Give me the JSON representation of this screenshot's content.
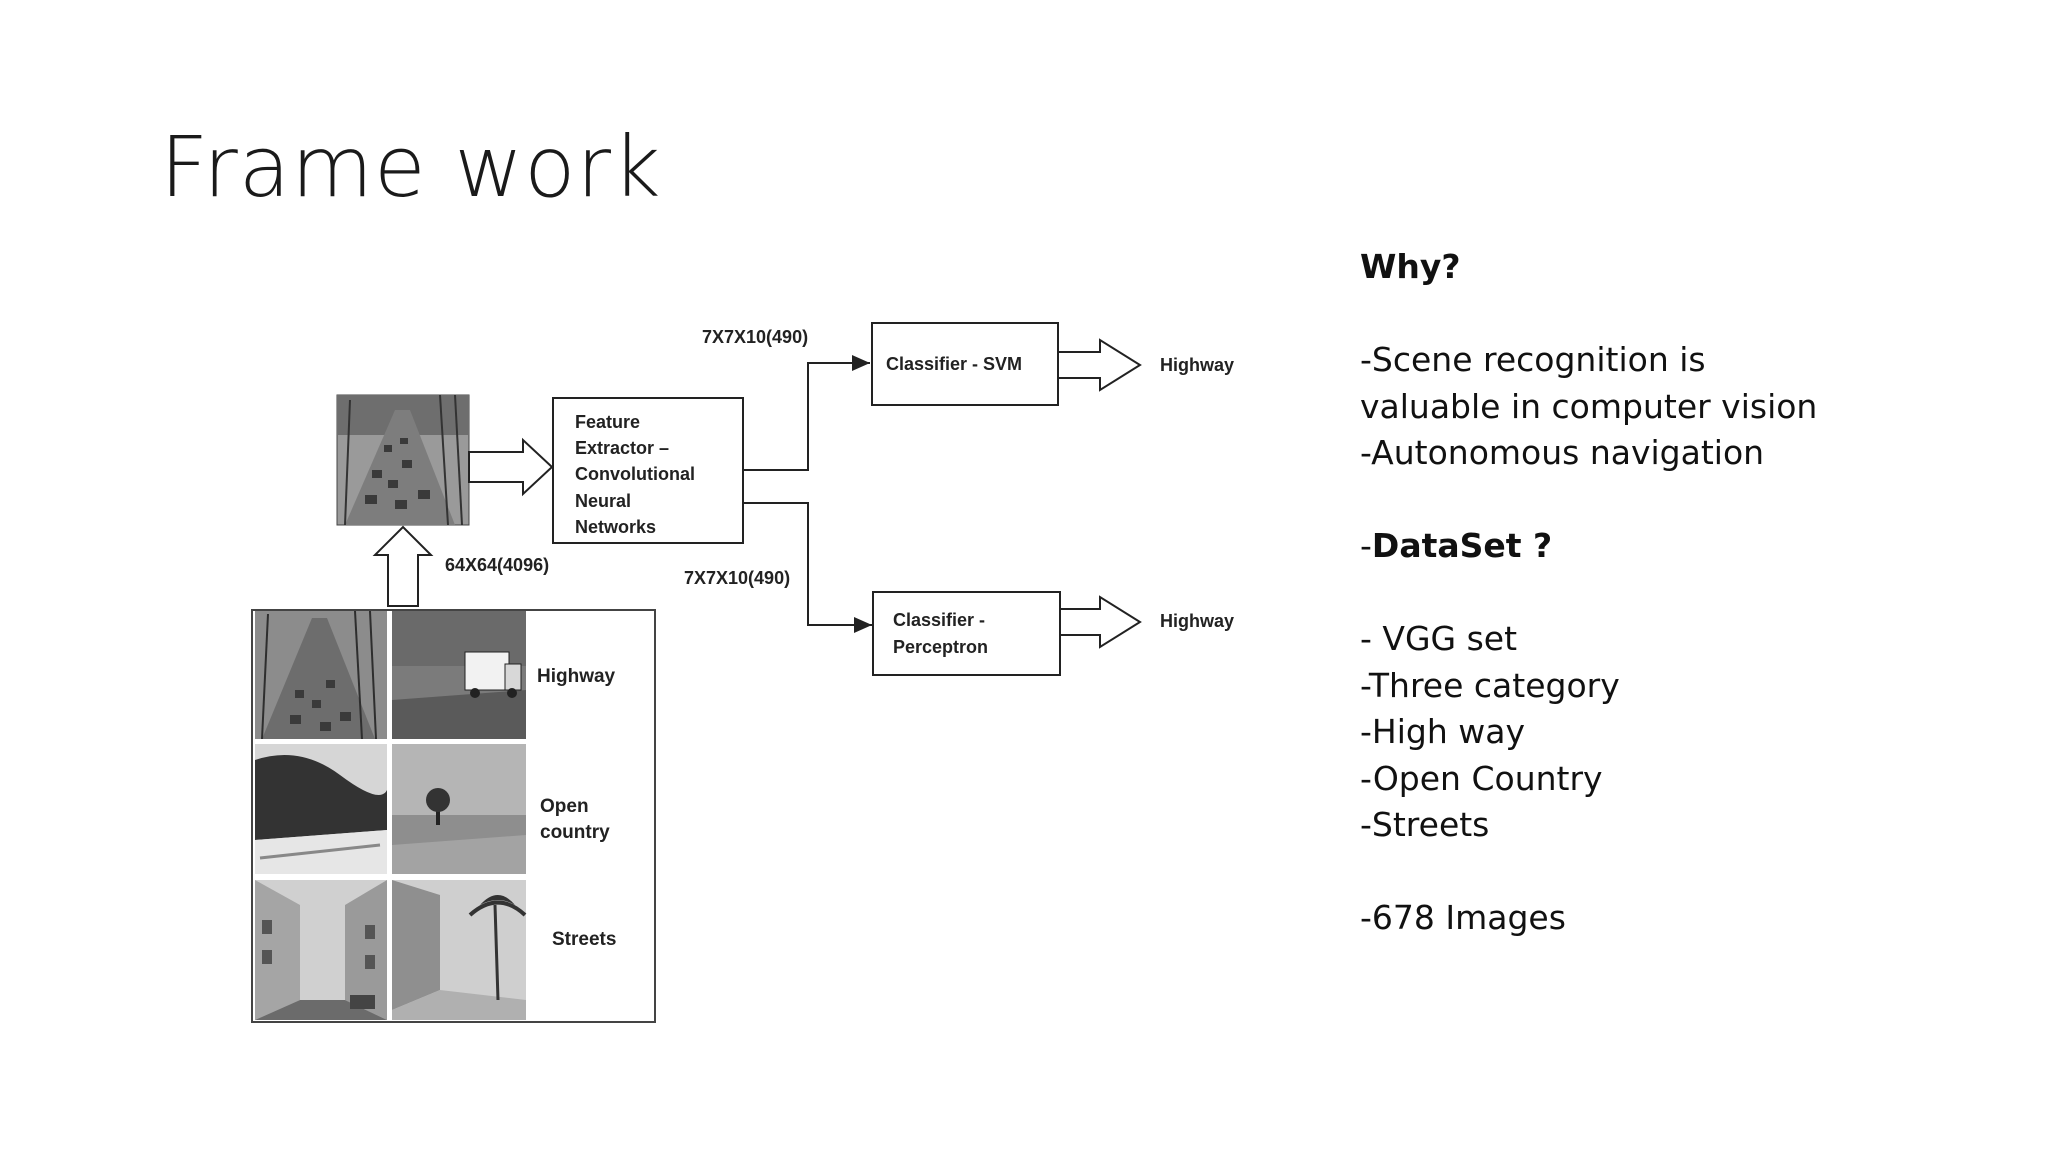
{
  "title": "Frame work",
  "diagram": {
    "feature_extractor": [
      "Feature",
      "Extractor –",
      "Convolutional",
      "Neural",
      "Networks"
    ],
    "input_size_label": "64X64(4096)",
    "svm_feature_label": "7X7X10(490)",
    "perceptron_feature_label": "7X7X10(490)",
    "svm_label": "Classifier - SVM",
    "perceptron_label": [
      "Classifier -",
      "Perceptron"
    ],
    "svm_output": "Highway",
    "perceptron_output": "Highway",
    "categories": {
      "highway": "Highway",
      "open_country": [
        "Open",
        "country"
      ],
      "streets": "Streets"
    }
  },
  "notes": {
    "why_heading": "Why?",
    "why_points": [
      "-Scene recognition is",
      "valuable in computer vision",
      "-Autonomous navigation"
    ],
    "dataset_prefix": "-",
    "dataset_heading": "DataSet ?",
    "dataset_points": [
      "- VGG set",
      "-Three category",
      "-High way",
      "-Open Country",
      "-Streets"
    ],
    "image_count": "-678 Images"
  }
}
